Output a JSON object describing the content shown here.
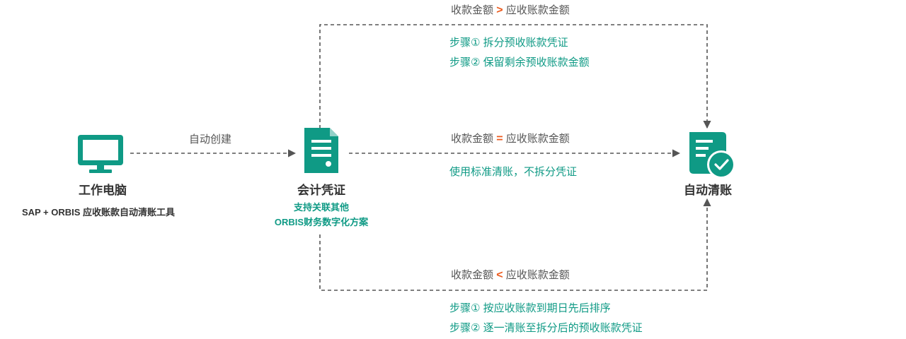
{
  "colors": {
    "brand_green": "#0f9a85",
    "operator_orange": "#ec5a1c",
    "line_grey": "#555555",
    "text_dark": "#333333"
  },
  "nodes": {
    "computer": {
      "icon": "monitor-icon",
      "title": "工作电脑",
      "subtitle": "SAP + ORBIS 应收账款自动清账工具"
    },
    "voucher": {
      "icon": "document-icon",
      "title": "会计凭证",
      "subtitle_line1": "支持关联其他",
      "subtitle_line2": "ORBIS财务数字化方案"
    },
    "auto_clear": {
      "icon": "document-check-icon",
      "title": "自动清账"
    }
  },
  "edges": {
    "auto_create_label": "自动创建",
    "top_branch": {
      "left": "收款金额",
      "operator": ">",
      "right": "应收账款金额",
      "step1": "步骤① 拆分预收账款凭证",
      "step2": "步骤② 保留剩余预收账款金额"
    },
    "middle_branch": {
      "left": "收款金额",
      "operator": "=",
      "right": "应收账款金额",
      "note": "使用标准清账，不拆分凭证"
    },
    "bottom_branch": {
      "left": "收款金额",
      "operator": "<",
      "right": "应收账款金额",
      "step1": "步骤① 按应收账款到期日先后排序",
      "step2": "步骤② 逐一清账至拆分后的预收账款凭证"
    }
  }
}
